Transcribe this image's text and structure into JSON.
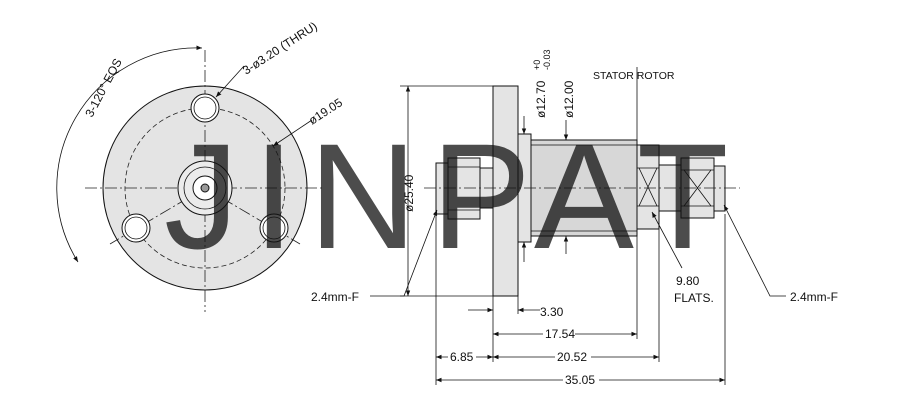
{
  "watermark": "JINPAT",
  "front_view": {
    "angle_label": "3-120° EQS",
    "hole_label": "3-ø3.20 (THRU)",
    "bolt_circle": "ø19.05"
  },
  "side_view": {
    "stator_rotor": "STATOR ROTOR",
    "dia_25_40": "ø25.40",
    "dia_12_70": "ø12.70",
    "tol_upper": "+0",
    "tol_lower": "-0.03",
    "dia_12_00": "ø12.00",
    "flats_value": "9.80",
    "flats_label": "FLATS.",
    "connector_left": "2.4mm-F",
    "connector_right": "2.4mm-F",
    "dim_3_30": "3.30",
    "dim_17_54": "17.54",
    "dim_6_85": "6.85",
    "dim_20_52": "20.52",
    "dim_35_05": "35.05"
  },
  "colors": {
    "watermark": "#c9dcf2",
    "body_fill": "#e4e4e4",
    "line": "#111111"
  }
}
